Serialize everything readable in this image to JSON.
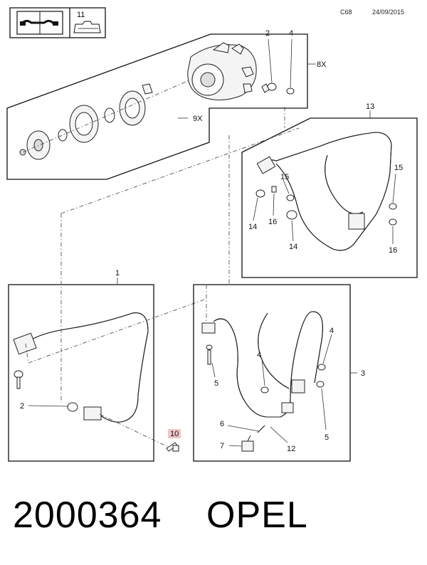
{
  "header": {
    "page_code": "C68",
    "date": "24/09/2015",
    "ref_number": "11"
  },
  "callouts": {
    "c1": "1",
    "c2a": "2",
    "c2b": "2",
    "c3": "3",
    "c4a": "4",
    "c4b": "4",
    "c4c": "4",
    "c5a": "5",
    "c5b": "5",
    "c6": "6",
    "c7": "7",
    "c8x": "8X",
    "c9x": "9X",
    "c10": "10",
    "c12": "12",
    "c13": "13",
    "c14a": "14",
    "c14b": "14",
    "c15a": "15",
    "c15b": "15",
    "c16a": "16",
    "c16b": "16"
  },
  "highlight_color": "#e8a0a0",
  "icons": [
    "repair-manual-icon",
    "fluid-can-icon"
  ],
  "footer": {
    "part_number": "2000364",
    "brand": "OPEL"
  }
}
